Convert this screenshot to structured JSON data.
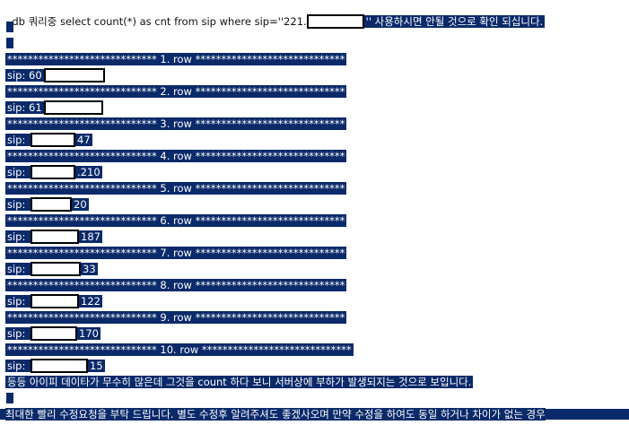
{
  "intro": {
    "before": "db 쿼리중 select count(*) as cnt from sip where sip=''221.",
    "after": "'' 사용하시면 안될 것으로 확인 되십니다."
  },
  "rows": [
    {
      "header": "***************************** 1. row *****************************",
      "prefix": "sip: 60",
      "suffix": ""
    },
    {
      "header": "***************************** 2. row *****************************",
      "prefix": "sip: 61",
      "suffix": ""
    },
    {
      "header": "***************************** 3. row *****************************",
      "prefix": "sip: ",
      "suffix": "47"
    },
    {
      "header": "***************************** 4. row *****************************",
      "prefix": "sip: ",
      "suffix": ".210"
    },
    {
      "header": "***************************** 5. row *****************************",
      "prefix": "sip: ",
      "suffix": "20"
    },
    {
      "header": "***************************** 6. row *****************************",
      "prefix": "sip: ",
      "suffix": "187"
    },
    {
      "header": "***************************** 7. row *****************************",
      "prefix": "sip: ",
      "suffix": "33"
    },
    {
      "header": "***************************** 8. row *****************************",
      "prefix": "sip: ",
      "suffix": "122"
    },
    {
      "header": "***************************** 9. row *****************************",
      "prefix": "sip: ",
      "suffix": "170"
    },
    {
      "header": "***************************** 10. row *****************************",
      "prefix": "sip: ",
      "suffix": "15"
    }
  ],
  "footer": {
    "line1": "등등 아이피 데이타가 무수히 많은데 그것을 count 하다 보니 서버상에 부하가 발생되지는 것으로 보입니다.",
    "line2": "최대한 빨리 수정요청을 부탁 드립니다. 별도 수정후 알려주셔도 좋겠사오며 만약 수정을 하여도 동일 하거나 차이가 없는 경우"
  },
  "colors": {
    "selection": "#0a2a6a",
    "text_on_selection": "#ffffff",
    "redaction_border": "#000000"
  }
}
